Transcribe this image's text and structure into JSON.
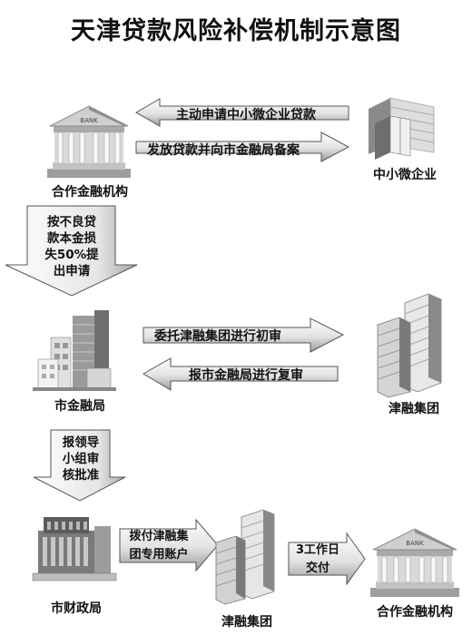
{
  "title": "天津贷款风险补偿机制示意图",
  "nodes": {
    "bank_top": {
      "label": "合作金融机构",
      "sign": "BANK"
    },
    "sme": {
      "label": "中小微企业"
    },
    "city_finance_bureau": {
      "label": "市金融局"
    },
    "jinrong_group_mid": {
      "label": "津融集团"
    },
    "city_finance_dept": {
      "label": "市财政局"
    },
    "jinrong_group_bottom": {
      "label": "津融集团"
    },
    "bank_bottom": {
      "label": "合作金融机构",
      "sign": "BANK"
    }
  },
  "arrows": {
    "apply_loan": "主动申请中小微企业贷款",
    "issue_loan": "发放贷款并向市金融局备案",
    "apply_compensation": [
      "按不良贷",
      "款本金损",
      "失50%提",
      "出申请"
    ],
    "entrust_review": "委托津融集团进行初审",
    "report_recheck": "报市金融局进行复审",
    "leader_approval": [
      "报领导",
      "小组审",
      "核批准"
    ],
    "allocate_funds": [
      "拨付津融集",
      "团专用账户"
    ],
    "pay_in_3_days": [
      "3工作日",
      "交付"
    ]
  }
}
